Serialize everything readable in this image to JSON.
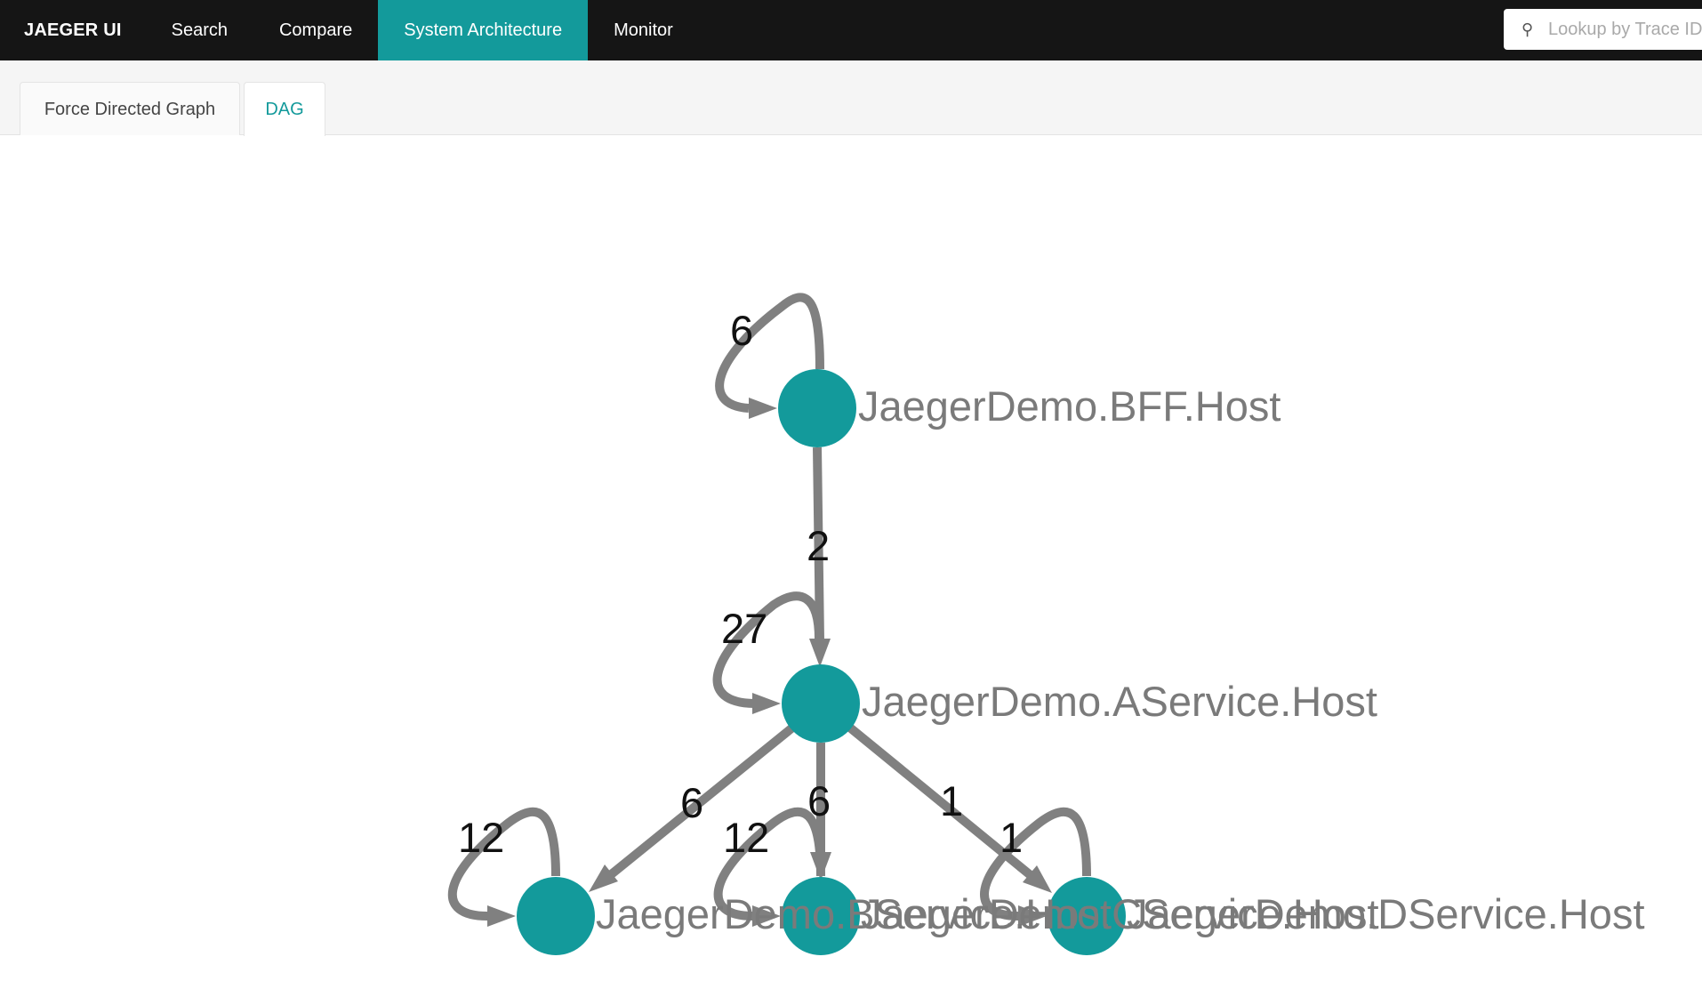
{
  "nav": {
    "brand": "JAEGER UI",
    "items": [
      {
        "label": "Search"
      },
      {
        "label": "Compare"
      },
      {
        "label": "System Architecture",
        "active": true
      },
      {
        "label": "Monitor"
      }
    ],
    "lookup_placeholder": "Lookup by Trace ID..."
  },
  "tabs": [
    {
      "label": "Force Directed Graph"
    },
    {
      "label": "DAG",
      "active": true
    }
  ],
  "colors": {
    "accent": "#139a9b",
    "navbar": "#151515",
    "edge": "#808080",
    "node_label": "#7a7a7a"
  },
  "graph": {
    "nodes": [
      {
        "id": "bff",
        "label": "JaegerDemo.BFF.Host"
      },
      {
        "id": "a",
        "label": "JaegerDemo.AService.Host"
      },
      {
        "id": "b",
        "label": "JaegerDemo.BService.Host"
      },
      {
        "id": "c",
        "label": "JaegerDemo.CService.Host"
      },
      {
        "id": "d",
        "label": "JaegerDemo.DService.Host"
      }
    ],
    "edges": [
      {
        "from": "bff",
        "to": "bff",
        "count": "6"
      },
      {
        "from": "bff",
        "to": "a",
        "count": "2"
      },
      {
        "from": "a",
        "to": "a",
        "count": "27"
      },
      {
        "from": "a",
        "to": "b",
        "count": "6"
      },
      {
        "from": "a",
        "to": "c",
        "count": "6"
      },
      {
        "from": "a",
        "to": "d",
        "count": "1"
      },
      {
        "from": "b",
        "to": "b",
        "count": "12"
      },
      {
        "from": "c",
        "to": "c",
        "count": "12"
      },
      {
        "from": "d",
        "to": "d",
        "count": "1"
      }
    ]
  }
}
